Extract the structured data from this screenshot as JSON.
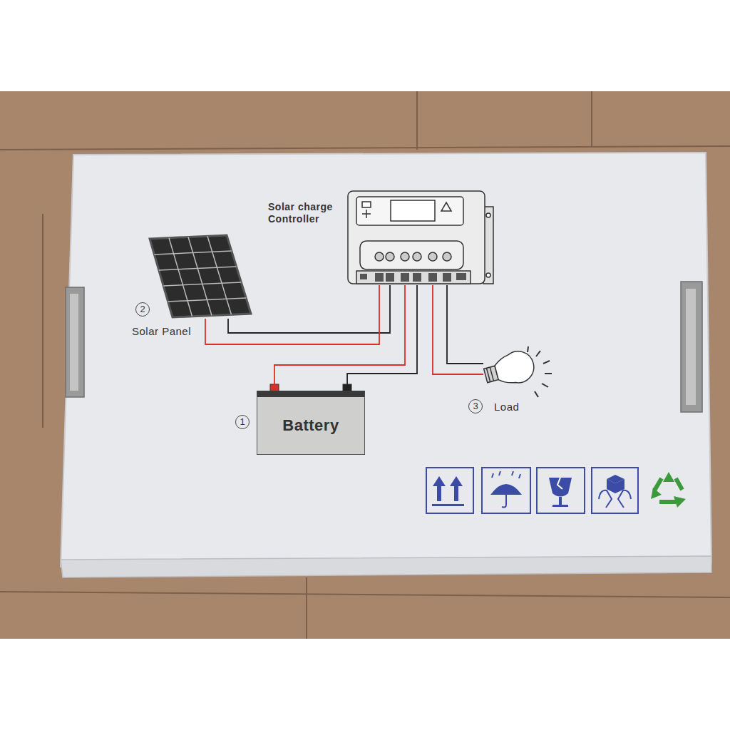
{
  "diagram": {
    "nodes": [
      {
        "text": [
          "Solar charge Controller"
        ]
      },
      {
        "text": [
          "Solar Panel"
        ]
      },
      {
        "text": [
          "Battery"
        ]
      },
      {
        "text": [
          "Load"
        ]
      }
    ],
    "edges": [
      {
        "from": 1,
        "to": 0,
        "arrow": "none"
      },
      {
        "from": 1,
        "to": 0,
        "arrow": "none"
      },
      {
        "from": 2,
        "to": 0,
        "arrow": "none"
      },
      {
        "from": 2,
        "to": 0,
        "arrow": "none"
      },
      {
        "from": 3,
        "to": 0,
        "arrow": "none"
      },
      {
        "from": 3,
        "to": 0,
        "arrow": "none"
      }
    ],
    "labels": [
      "2",
      "1",
      "3"
    ]
  }
}
